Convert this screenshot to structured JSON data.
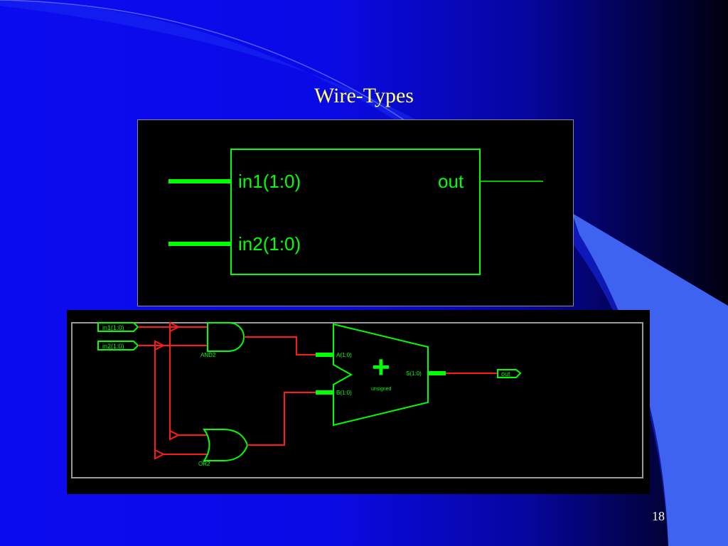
{
  "slide": {
    "title": "Wire-Types",
    "page_number": "18"
  },
  "top_schematic": {
    "port_in1": "in1(1:0)",
    "port_in2": "in2(1:0)",
    "port_out": "out"
  },
  "bottom_schematic": {
    "input_1": "in1(1:0)",
    "input_2": "in2(1:0)",
    "and_label": "AND2",
    "or_label": "OR2",
    "adder_a": "A(1:0)",
    "adder_b": "B(1:0)",
    "adder_s": "S(1:0)",
    "adder_symbol": "+",
    "adder_type": "unsigned",
    "output": "out"
  },
  "colors": {
    "title": "#ffff66",
    "wire_green": "#00ff00",
    "wire_red": "#ff1a1a",
    "frame_gray": "#9a9a9a",
    "swoosh_light": "#3d63f0"
  }
}
